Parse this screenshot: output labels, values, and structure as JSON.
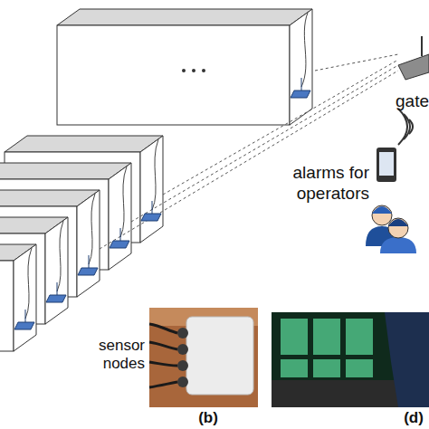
{
  "diagram": {
    "labels": [
      "gate",
      "alarms for operators",
      "sensor nodes",
      "(b)",
      "(d)"
    ]
  }
}
